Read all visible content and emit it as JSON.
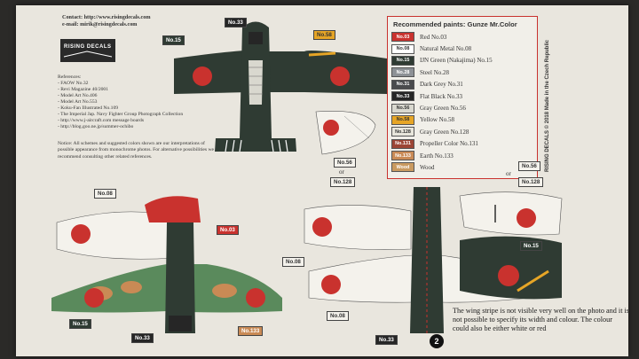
{
  "contact": {
    "web": "Contact: http://www.risingdecals.com",
    "email": "e-mail: mirik@risingdecals.com"
  },
  "logo": "RISING DECALS",
  "references": {
    "title": "References:",
    "items": [
      "- FAOW No.32",
      "- Revi Magazine 40/2001",
      "- Model Art No.406",
      "- Model Art No.553",
      "- Koku-Fan Illustrated No.109",
      "- The Imperial Jap. Navy Fighter Group Photograph Collection",
      "- http://www.j-aircraft.com message boards",
      "- http://blog.goo.ne.jp/summer-ochibo"
    ]
  },
  "notice": "Notice: All schemes and suggested colors shown are our interpretations of possible appearance from monochrome photos. For alternative possibilities we recommend consulting other related references.",
  "paints": {
    "title": "Recommended paints: Gunze Mr.Color",
    "items": [
      {
        "code": "No.03",
        "name": "Red No.03",
        "bg": "#c9322e",
        "fg": "#ffffff"
      },
      {
        "code": "No.08",
        "name": "Natural Metal No.08",
        "bg": "#ffffff",
        "fg": "#333333"
      },
      {
        "code": "No.15",
        "name": "IJN Green (Nakajima) No.15",
        "bg": "#2f3b33",
        "fg": "#ffffff"
      },
      {
        "code": "No.28",
        "name": "Steel No.28",
        "bg": "#8d9196",
        "fg": "#ffffff"
      },
      {
        "code": "No.31",
        "name": "Dark Grey No.31",
        "bg": "#4a4b4d",
        "fg": "#ffffff"
      },
      {
        "code": "No.33",
        "name": "Flat Black No.33",
        "bg": "#262626",
        "fg": "#ffffff"
      },
      {
        "code": "No.56",
        "name": "Gray Green No.56",
        "bg": "#d9d8cf",
        "fg": "#333333"
      },
      {
        "code": "No.58",
        "name": "Yellow No.58",
        "bg": "#e6a526",
        "fg": "#333333"
      },
      {
        "code": "No.128",
        "name": "Gray Green No.128",
        "bg": "#e8e6dc",
        "fg": "#333333"
      },
      {
        "code": "No.131",
        "name": "Propeller Color No.131",
        "bg": "#9c4535",
        "fg": "#ffffff"
      },
      {
        "code": "No.133",
        "name": "Earth No.133",
        "bg": "#c98a55",
        "fg": "#ffffff"
      },
      {
        "code": "Wood",
        "name": "Wood",
        "bg": "#c99a60",
        "fg": "#ffffff"
      }
    ]
  },
  "side_text": "RISING DECALS © 2018 Made in the Czech Republic",
  "labels": {
    "l1": "No.33",
    "l2": "No.15",
    "l3": "No.58",
    "l4": "No.56",
    "l5": "No.128",
    "l6": "No.08",
    "l7": "No.03",
    "l8": "No.15",
    "l9": "No.33",
    "l10": "No.133",
    "l11": "No.56",
    "l12": "No.128",
    "l13": "No.15",
    "l14": "No.08",
    "l15": "No.08",
    "l16": "No.33"
  },
  "or1": "or",
  "or2": "or",
  "note": "The wing stripe is not visible very well on the photo and it is not possible to specify its width and colour. The colour could also be either white or red",
  "badge": "2"
}
